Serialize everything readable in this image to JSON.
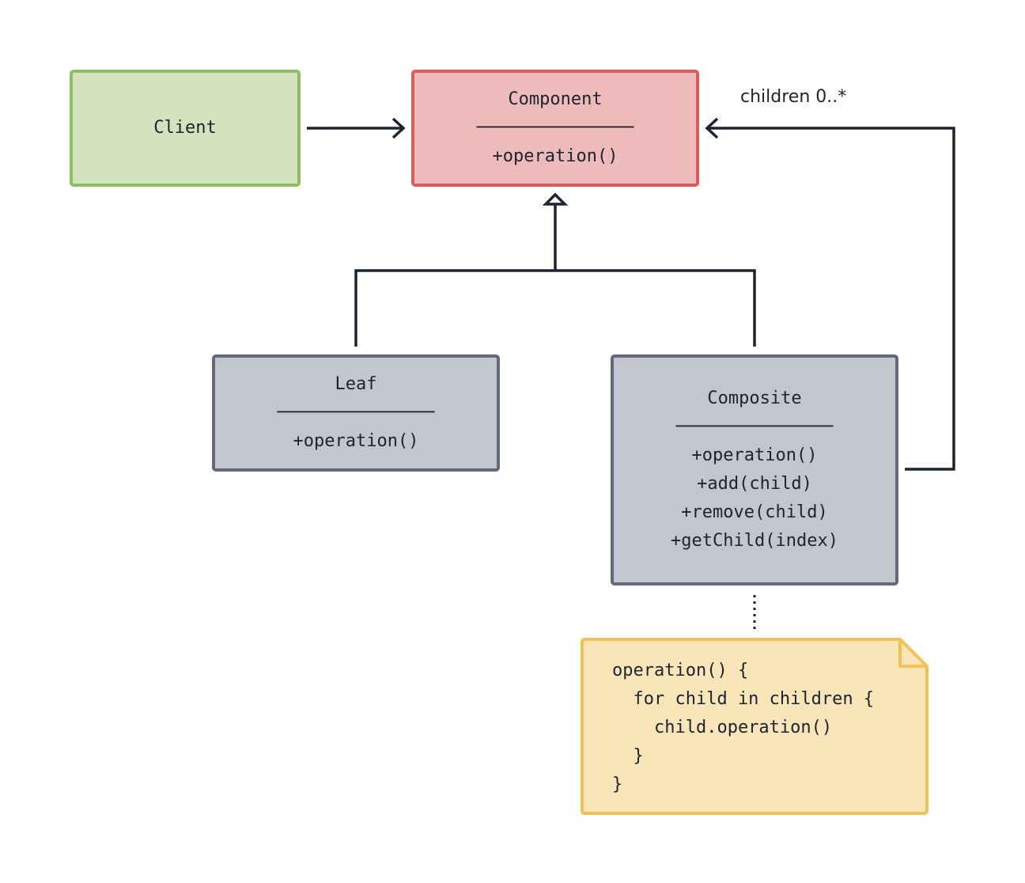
{
  "client": {
    "name": "Client"
  },
  "component": {
    "name": "Component",
    "separator": "───────────────",
    "methods": [
      "+operation()"
    ]
  },
  "leaf": {
    "name": "Leaf",
    "separator": "───────────────",
    "methods": [
      "+operation()"
    ]
  },
  "composite": {
    "name": "Composite",
    "separator": "───────────────",
    "methods": [
      "+operation()",
      "+add(child)",
      "+remove(child)",
      "+getChild(index)"
    ]
  },
  "association": {
    "label": "children 0..*"
  },
  "note": {
    "lines": [
      "operation() {",
      "  for child in children {",
      "    child.operation()",
      "  }",
      "}"
    ]
  },
  "colors": {
    "client_fill": "#d2e4bd",
    "client_border": "#8fbf63",
    "component_fill": "#eebbbb",
    "component_border": "#df5a5a",
    "class_fill": "#c3c6cc",
    "class_border": "#636978",
    "note_fill": "#f8e5b8",
    "note_border": "#efc253",
    "line": "#1e2330"
  }
}
